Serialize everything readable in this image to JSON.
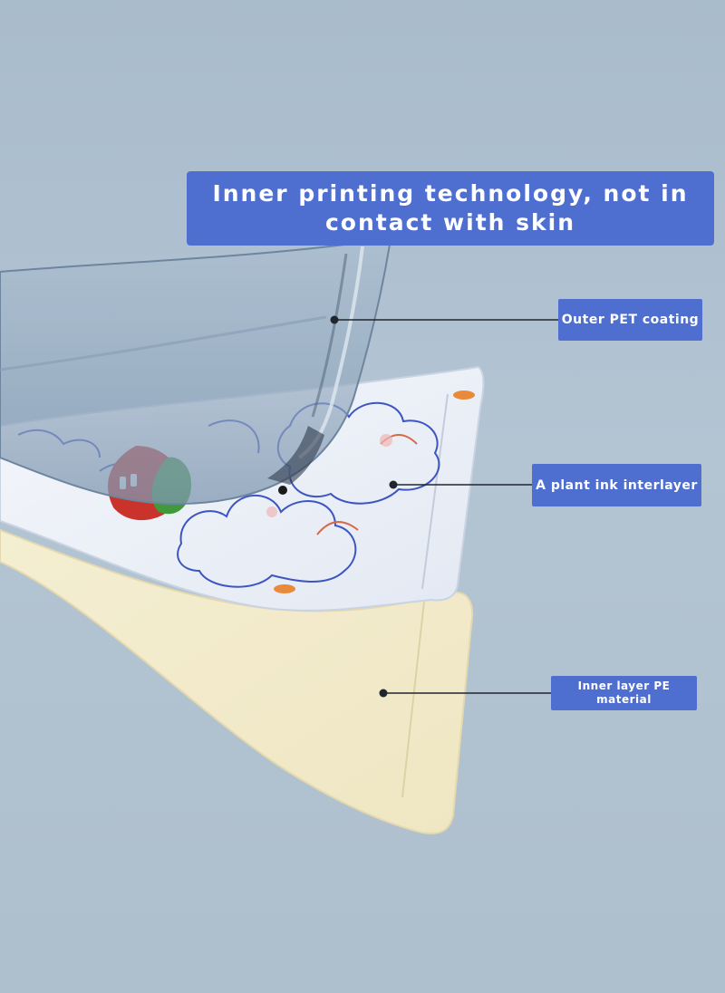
{
  "banner": {
    "text": "Inner printing technology, not in contact with skin"
  },
  "callouts": {
    "outer_pet": "Outer PET coating",
    "plant_ink": "A plant ink interlayer",
    "inner_pe": "Inner layer PE material"
  },
  "colors": {
    "background": "#adc0cf",
    "label_fill": "#4f6fd0",
    "label_text": "#ffffff",
    "pe_layer": "#f2ebc9",
    "ink_layer": "#eef1f7",
    "pet_layer": "#9ab0c6",
    "leader_line": "#1f2630"
  }
}
